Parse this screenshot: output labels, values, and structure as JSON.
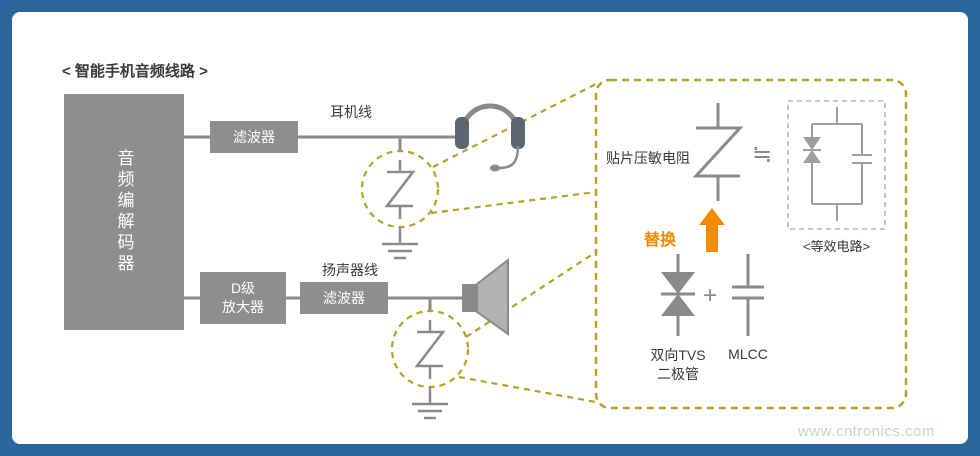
{
  "colors": {
    "frame_blue": "#2b679c",
    "box_gray": "#8e8e8e",
    "wire": "#8a8a8a",
    "accent_dashed": "#b3a229",
    "orange": "#f28b00",
    "text": "#3a3a3a",
    "watermark": "#b9dcb9"
  },
  "title": "< 智能手机音频线路 >",
  "diagram": {
    "codec_label": "音频编解码器",
    "filter1_label": "滤波器",
    "headphone_line_label": "耳机线",
    "amp_label": "D级\n放大器",
    "filter2_label": "滤波器",
    "speaker_line_label": "扬声器线"
  },
  "detail": {
    "varistor_label": "贴片压敏电阻",
    "equivalence_symbol": "≒",
    "equivalent_circuit_label": "<等效电路>",
    "replace_label": "替换",
    "plus_symbol": "+",
    "tvs_label": "双向TVS\n二极管",
    "mlcc_label": "MLCC"
  },
  "watermark": "www.cntronics.com"
}
